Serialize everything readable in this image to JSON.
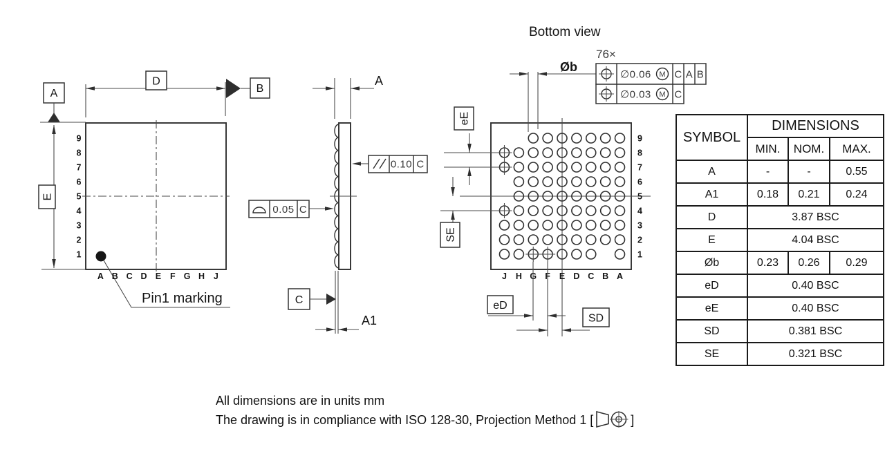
{
  "colors": {
    "line": "#2e2e2e",
    "thin_line": "#4a4a4a",
    "text": "#111111",
    "background": "#ffffff"
  },
  "top_view": {
    "datum_a": "A",
    "datum_b": "B",
    "width_label": "D",
    "height_label": "E",
    "row_labels": [
      "9",
      "8",
      "7",
      "6",
      "5",
      "4",
      "3",
      "2",
      "1"
    ],
    "col_labels": [
      "A",
      "B",
      "C",
      "D",
      "E",
      "F",
      "G",
      "H",
      "J"
    ],
    "pin1_label": "Pin1 marking"
  },
  "side_view": {
    "thickness_label": "A",
    "standoff_label": "A1",
    "datum_c": "C",
    "parallelism_fcf": {
      "value": "0.10",
      "datum": "C"
    },
    "profile_fcf": {
      "value": "0.05",
      "datum": "C"
    }
  },
  "bottom_view": {
    "title": "Bottom view",
    "ball_count_label": "76×",
    "ball_dia_label": "Øb",
    "position_fcf_1": {
      "tolerance": "∅0.06",
      "modifier": "M",
      "datum_1": "C",
      "datum_2": "A",
      "datum_3": "B"
    },
    "position_fcf_2": {
      "tolerance": "∅0.03",
      "modifier": "M",
      "datum_1": "C"
    },
    "row_labels": [
      "9",
      "8",
      "7",
      "6",
      "5",
      "4",
      "3",
      "2",
      "1"
    ],
    "col_labels": [
      "J",
      "H",
      "G",
      "F",
      "E",
      "D",
      "C",
      "B",
      "A"
    ],
    "missing_balls": [
      "J9",
      "H9",
      "J6",
      "J5",
      "B1"
    ],
    "crosshair_balls": [
      "J8",
      "J7",
      "J4",
      "G1",
      "F1"
    ],
    "row_pitch_label": "eE",
    "row_offset_label": "SE",
    "col_pitch_label": "eD",
    "col_offset_label": "SD"
  },
  "table": {
    "symbol_header": "SYMBOL",
    "dimensions_header": "DIMENSIONS",
    "min_header": "MIN.",
    "nom_header": "NOM.",
    "max_header": "MAX.",
    "rows": [
      {
        "symbol": "A",
        "min": "-",
        "nom": "-",
        "max": "0.55"
      },
      {
        "symbol": "A1",
        "min": "0.18",
        "nom": "0.21",
        "max": "0.24"
      },
      {
        "symbol": "D",
        "value": "3.87 BSC"
      },
      {
        "symbol": "E",
        "value": "4.04 BSC"
      },
      {
        "symbol": "Øb",
        "min": "0.23",
        "nom": "0.26",
        "max": "0.29"
      },
      {
        "symbol": "eD",
        "value": "0.40 BSC"
      },
      {
        "symbol": "eE",
        "value": "0.40 BSC"
      },
      {
        "symbol": "SD",
        "value": "0.381 BSC"
      },
      {
        "symbol": "SE",
        "value": "0.321 BSC"
      }
    ]
  },
  "notes": {
    "line1": "All dimensions are in units mm",
    "line2_prefix": "The drawing is in compliance with ISO 128-30, Projection Method 1 [",
    "line2_suffix": "]"
  }
}
